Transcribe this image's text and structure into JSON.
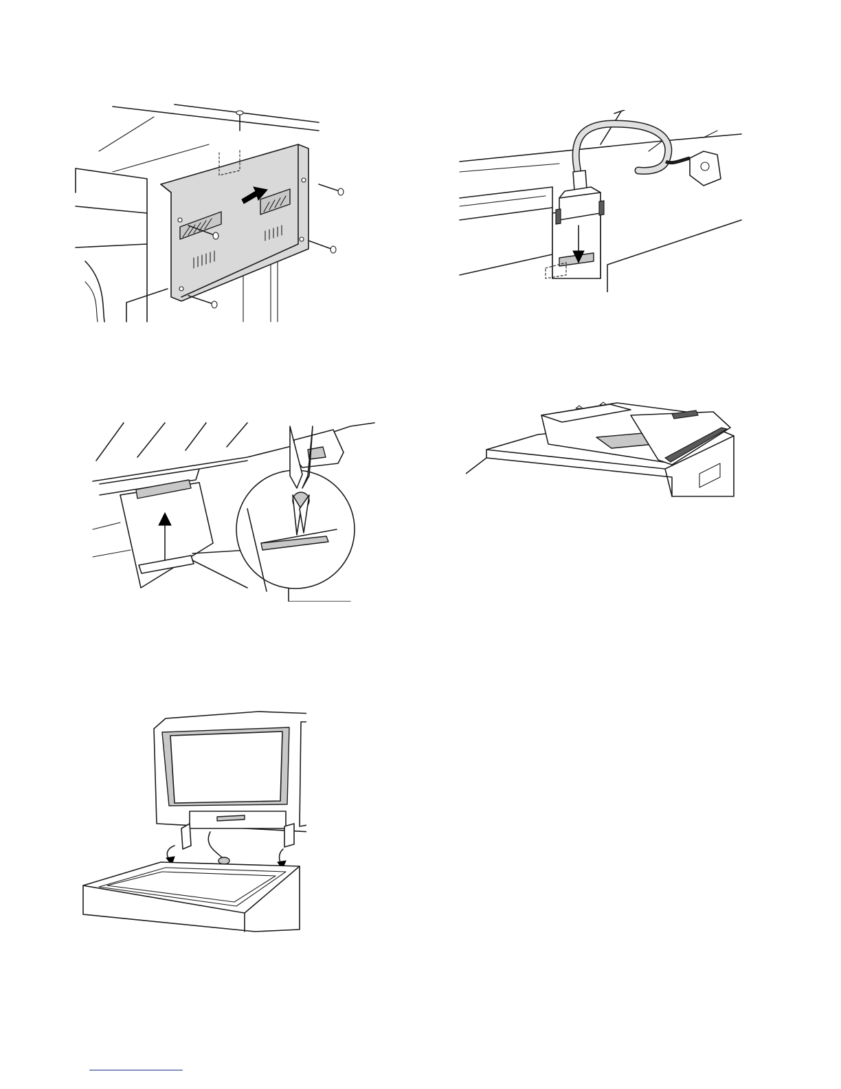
{
  "figures": [
    {
      "name": "rear-panel-screws-figure",
      "icon": "panel-removal-illustration"
    },
    {
      "name": "connector-cable-figure",
      "icon": "cable-connector-illustration"
    },
    {
      "name": "slot-cover-pliers-figure",
      "icon": "pliers-cutout-illustration"
    },
    {
      "name": "document-feeder-figure",
      "icon": "document-feeder-illustration"
    },
    {
      "name": "scanner-cover-hinges-figure",
      "icon": "scanner-cover-illustration"
    }
  ],
  "colors": {
    "line": "#1a1a1a",
    "panel_fill": "#d9d9d9",
    "footer_rule": "#1a2f8f"
  }
}
